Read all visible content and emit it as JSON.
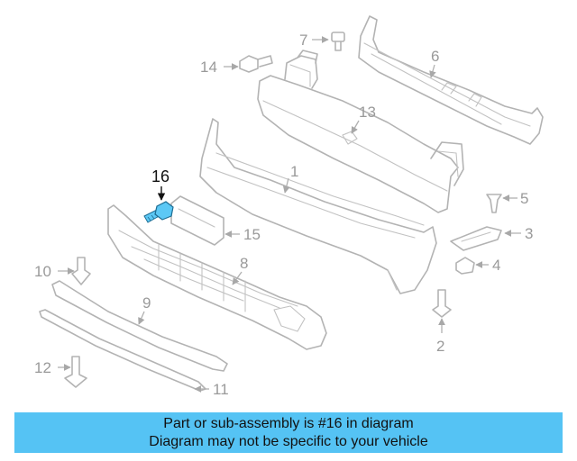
{
  "diagram": {
    "callouts": [
      "1",
      "2",
      "3",
      "4",
      "5",
      "6",
      "7",
      "8",
      "9",
      "10",
      "11",
      "12",
      "13",
      "14",
      "15",
      "16"
    ],
    "highlighted_part": "16",
    "highlight_color": "#5cc8f5",
    "banner_color": "#55c3f4",
    "part_line_color": "#b3b3b3"
  },
  "banner": {
    "line1": "Part or sub-assembly is #16 in diagram",
    "line2": "Diagram may not be specific to your vehicle"
  }
}
